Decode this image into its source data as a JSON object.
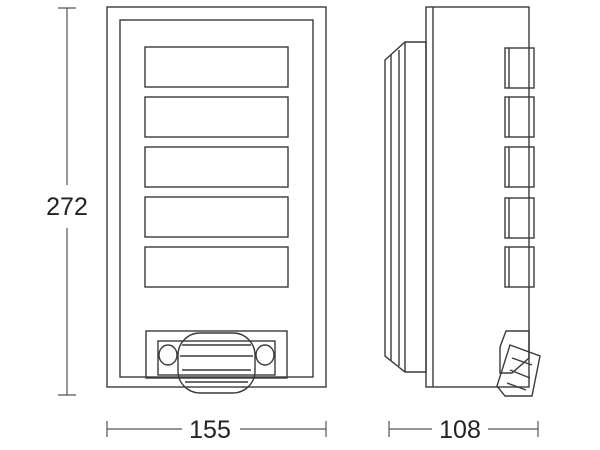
{
  "dimensions": {
    "height": "272",
    "front_width": "155",
    "side_depth": "108"
  },
  "colors": {
    "line": "#3a3a3a",
    "dimension_line": "#555555",
    "text": "#222222"
  }
}
